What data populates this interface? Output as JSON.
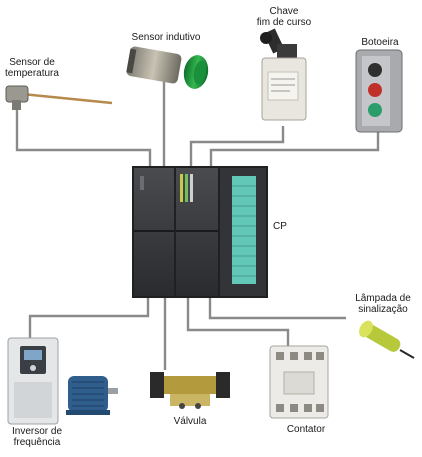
{
  "labels": {
    "sensor_temperatura": "Sensor de\ntemperatura",
    "sensor_indutivo": "Sensor indutivo",
    "chave_fim_de_curso": "Chave\nfim de curso",
    "botoeira": "Botoeira",
    "cp": "CP",
    "lampada": "Lâmpada de\nsinalização",
    "inversor": "Inversor de\nfrequência",
    "valvula": "Válvula",
    "contator": "Contator"
  },
  "colors": {
    "cable": "#8a8a8a",
    "plc_body": "#2e2e30",
    "plc_face": "#3c3d40",
    "io_module_green": "#63c7b8",
    "sensor_green": "#1f9a3a",
    "lamp_green": "#b7c83a",
    "button_red": "#c0312b",
    "button_green": "#2a9d6b"
  }
}
